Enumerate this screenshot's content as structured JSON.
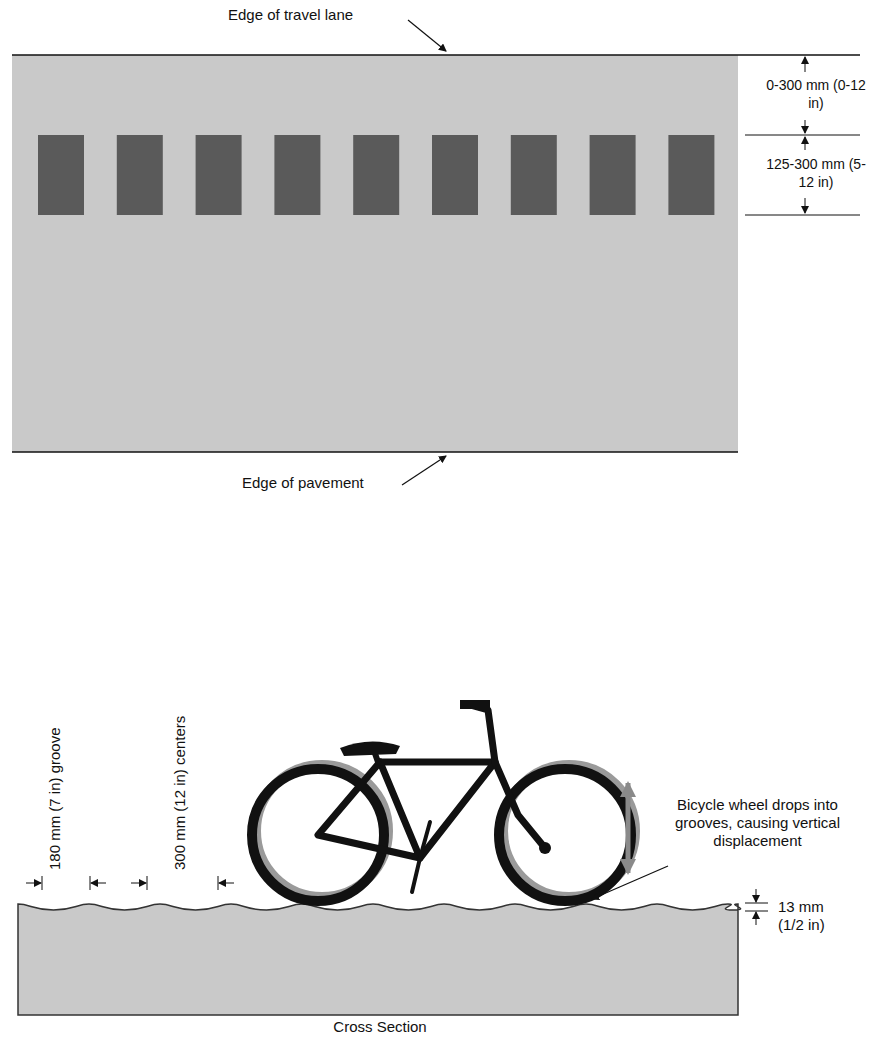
{
  "diagram": {
    "labels": [
      "Edge of travel lane",
      "0-300 mm (0-12 in)",
      "125-300 mm (5-12 in)",
      "Edge of pavement",
      "180 mm (7 in) groove",
      "300 mm (12 in) centers",
      "Bicycle wheel drops into grooves, causing vertical displacement",
      "13 mm (1/2 in)",
      "Cross Section"
    ]
  }
}
